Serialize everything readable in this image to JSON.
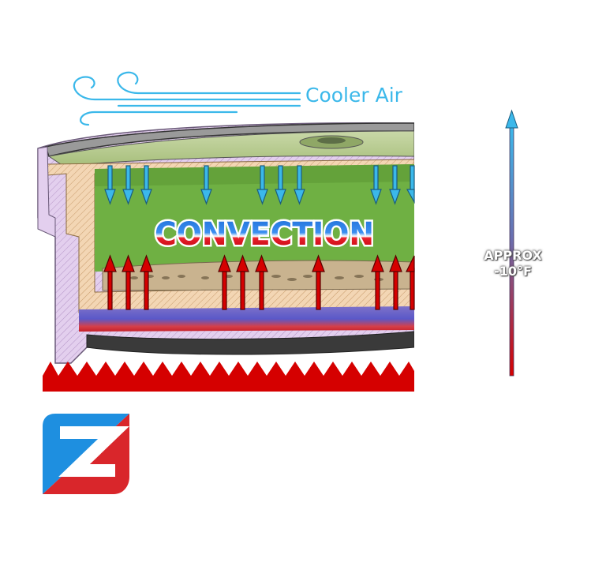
{
  "diagram": {
    "airflow_label": "Cooler Air",
    "process_label": "CONVECTION",
    "temperature": {
      "line1": "APPROX",
      "line2": "-10°F"
    }
  },
  "colors": {
    "cool_air": "#3bb8ea",
    "heat": "#d50000",
    "liquid_green": "#6fb043",
    "housing_purple": "#dcc6e8",
    "insulation_tan": "#f3d6b4",
    "logo_blue": "#1e8fe0",
    "logo_red": "#d9262b"
  },
  "icons": {
    "wind": "wind-icon",
    "logo": "brand-logo",
    "gradient_arrow": "temperature-gradient-arrow"
  }
}
